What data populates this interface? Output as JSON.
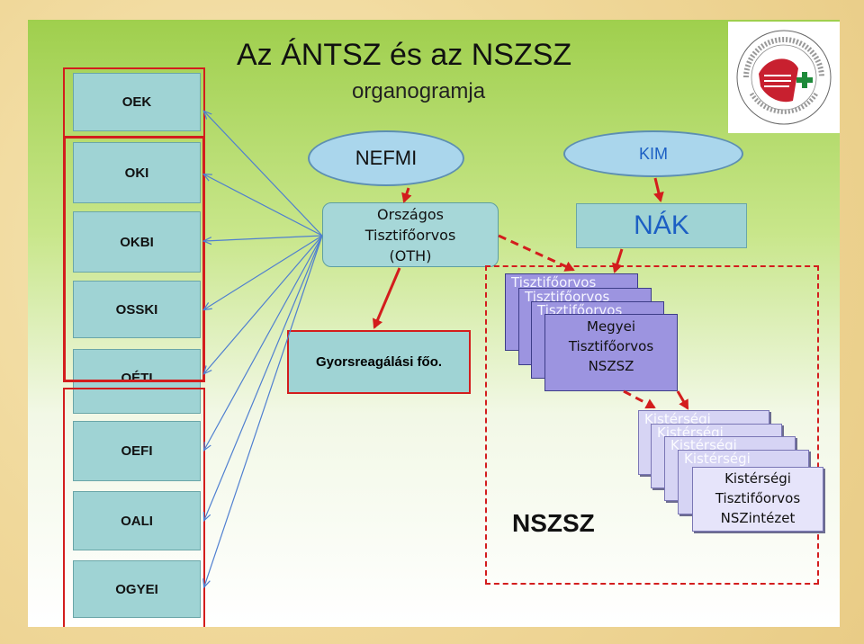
{
  "title": "Az ÁNTSZ és az NSZSZ",
  "subtitle": "organogramja",
  "left_boxes": [
    "OEK",
    "OKI",
    "OKBI",
    "OSSKI",
    "OÉTI",
    "OEFI",
    "OALI",
    "OGYEI"
  ],
  "nefmi": "NEFMI",
  "kim": "KIM",
  "oth": {
    "line1": "Országos",
    "line2": "Tisztifőorvos",
    "line3": "(OTH)"
  },
  "nak": "NÁK",
  "gyors": "Gyorsreagálási főo.",
  "megyei": {
    "line1": "Megyei",
    "line2": "Tisztifőorvos",
    "line3": "NSZSZ",
    "back_label": "Tisztifőorvos"
  },
  "kisterseg": {
    "line1": "Kistérségi",
    "line2": "Tisztifőorvos",
    "line3": "NSZintézet",
    "back_label": "Kistérségi"
  },
  "nszsz_label": "NSZSZ",
  "colors": {
    "box_fill": "#9fd3d4",
    "red": "#d31d1d",
    "blue_line": "#4f7fd0",
    "purple": "#9c94e0",
    "lavender": "#d6d4f4"
  }
}
